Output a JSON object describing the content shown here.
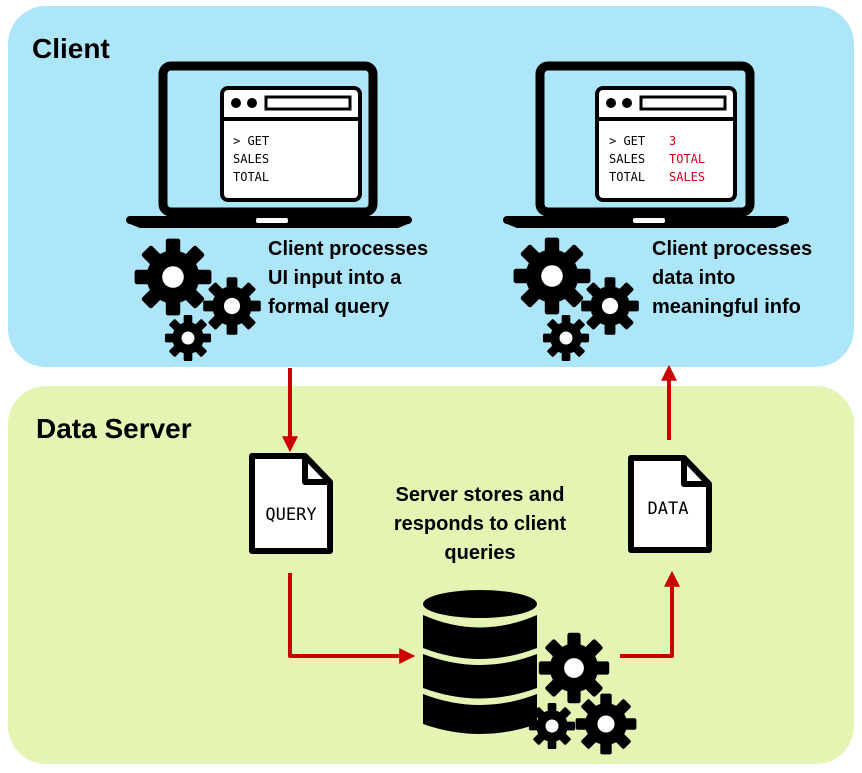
{
  "client": {
    "title": "Client",
    "caption_left": [
      "Client processes",
      "UI input into a",
      "formal query"
    ],
    "caption_right": [
      "Client processes",
      "data into",
      "meaningful info"
    ],
    "laptop_left_screen": {
      "prompt": "> GET",
      "lines": [
        "SALES",
        "TOTAL"
      ]
    },
    "laptop_right_screen": {
      "rows": [
        {
          "key": "> GET",
          "value": "3"
        },
        {
          "key": "SALES",
          "value": "TOTAL"
        },
        {
          "key": "TOTAL",
          "value": "SALES"
        }
      ]
    }
  },
  "server": {
    "title": "Data Server",
    "caption": [
      "Server stores and",
      "responds to client",
      "queries"
    ],
    "query_doc_label": "QUERY",
    "data_doc_label": "DATA"
  },
  "colors": {
    "client_bg": "#aee6f9",
    "server_bg": "#e4f4b3",
    "arrow": "#cc0000",
    "highlight_text": "#d0021b"
  },
  "icons": [
    "laptop-icon",
    "gears-icon",
    "document-icon",
    "database-icon"
  ]
}
